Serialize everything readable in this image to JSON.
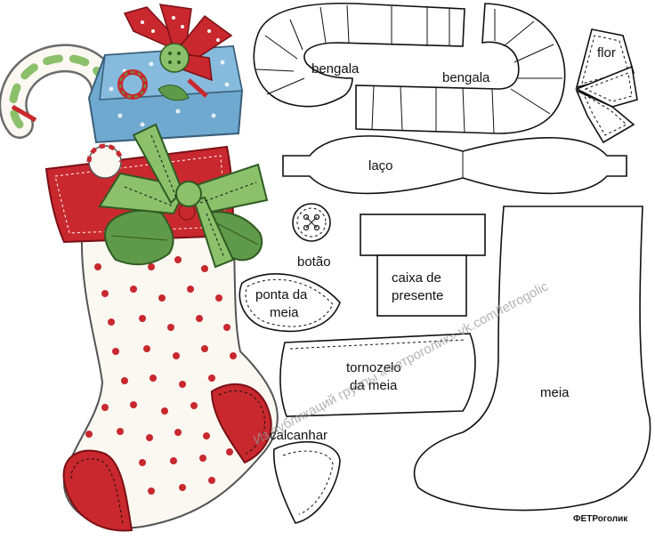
{
  "labels": {
    "bengala_1": "bengala",
    "bengala_2": "bengala",
    "flor": "flor",
    "laco": "laço",
    "botao": "botão",
    "caixa_line1": "caixa de",
    "caixa_line2": "presente",
    "ponta_line1": "ponta da",
    "ponta_line2": "meia",
    "tornozelo_line1": "tornozelo",
    "tornozelo_line2": "da meia",
    "calcanhar": "calcanhar",
    "meia": "meia"
  },
  "watermark": "Из публикаций группы «Фетроголик» vk.com/fetrogolic",
  "brand": "ФЕТРоголик",
  "colors": {
    "red": "#c8282e",
    "dark_red": "#9c1c22",
    "green": "#5f9a4a",
    "light_green": "#8cc06b",
    "blue": "#6fa9cf",
    "cream": "#fbf8f2",
    "outline": "#111111"
  }
}
